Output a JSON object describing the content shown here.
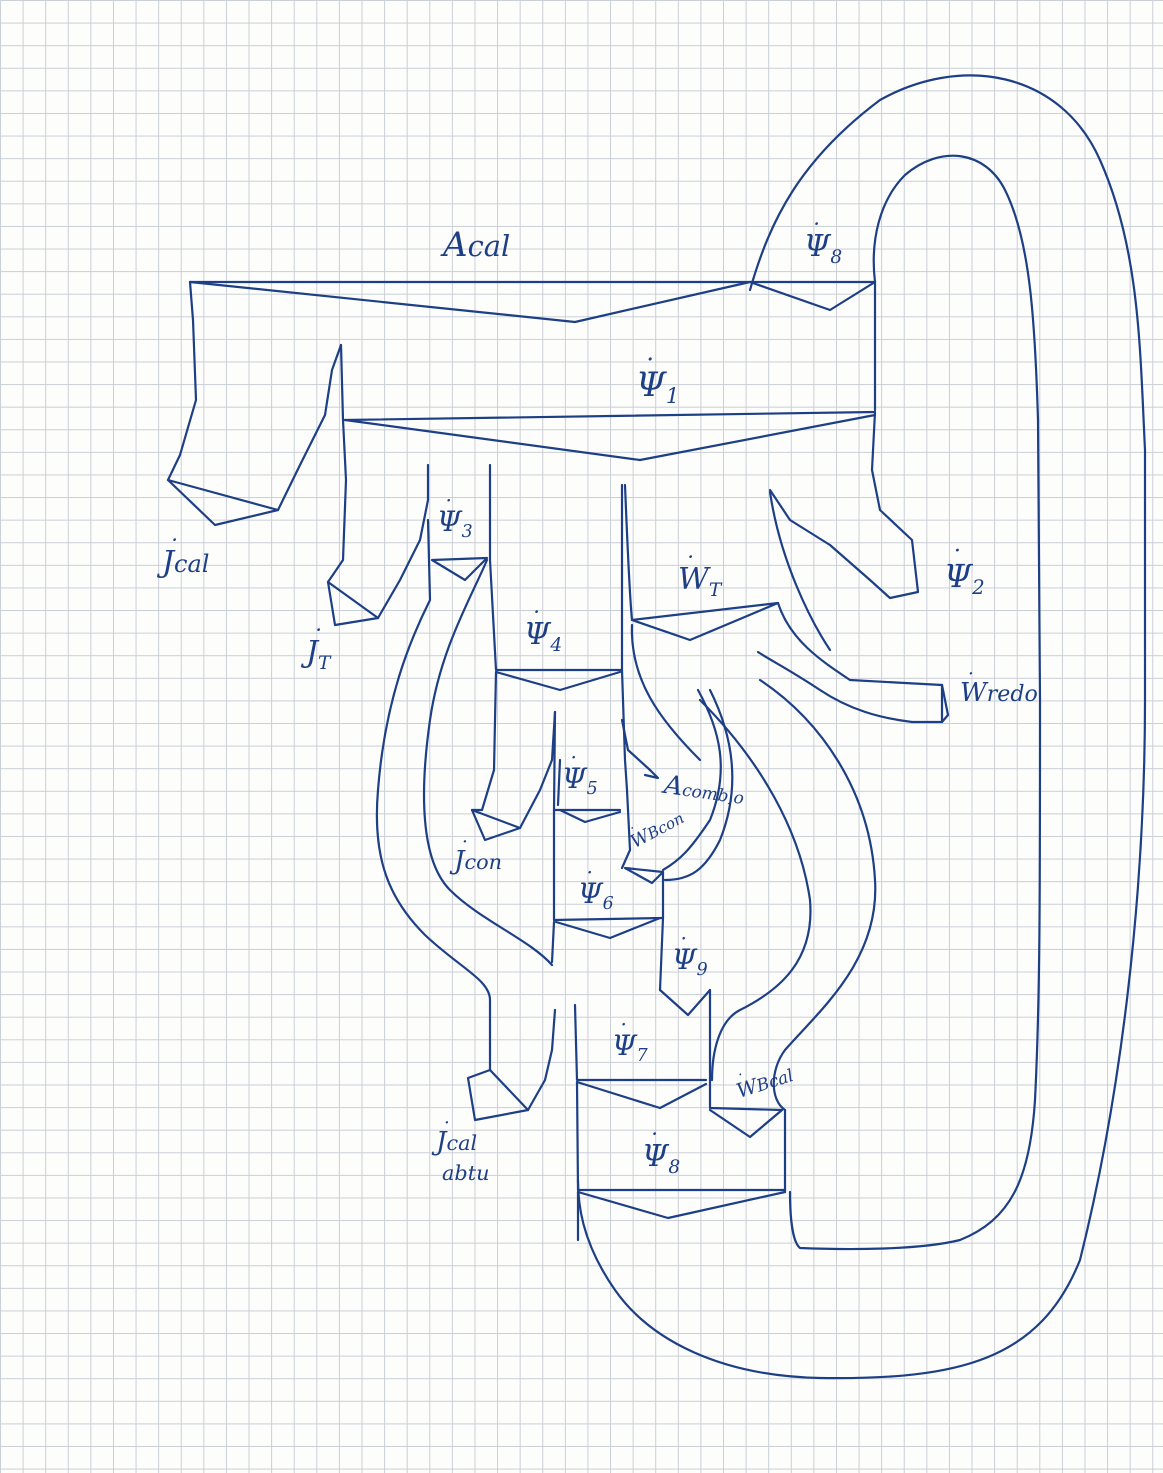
{
  "labels": {
    "a_cal": {
      "base": "A",
      "sub": "cal"
    },
    "psi1": {
      "base": "Ψ",
      "sub": "1"
    },
    "psi2": {
      "base": "Ψ",
      "sub": "2"
    },
    "psi3": {
      "base": "Ψ",
      "sub": "3"
    },
    "psi4": {
      "base": "Ψ",
      "sub": "4"
    },
    "psi5": {
      "base": "Ψ",
      "sub": "5"
    },
    "psi6": {
      "base": "Ψ",
      "sub": "6"
    },
    "psi7": {
      "base": "Ψ",
      "sub": "7"
    },
    "psi8_top": {
      "base": "Ψ",
      "sub": "8"
    },
    "psi8_bottom": {
      "base": "Ψ",
      "sub": "8"
    },
    "psi9": {
      "base": "Ψ",
      "sub": "9"
    },
    "j_cal": {
      "base": "J",
      "sub": "cal"
    },
    "j_t": {
      "base": "J",
      "sub": "T"
    },
    "j_con": {
      "base": "J",
      "sub": "con"
    },
    "j_cal_abtu": {
      "base": "J",
      "sub": "cal",
      "extra": "abtu"
    },
    "w_t": {
      "base": "W",
      "sub": "T"
    },
    "w_redo": {
      "base": "W",
      "sub": "redo"
    },
    "w_bcon": {
      "base": "W",
      "sub": "Bcon"
    },
    "w_bcal": {
      "base": "W",
      "sub": "Bcal"
    },
    "a_comb": {
      "base": "A",
      "sub": "comb,o"
    }
  },
  "colors": {
    "ink": "#1d3f86",
    "grid": "#c9cfd6",
    "paper": "#fdfdfc"
  }
}
